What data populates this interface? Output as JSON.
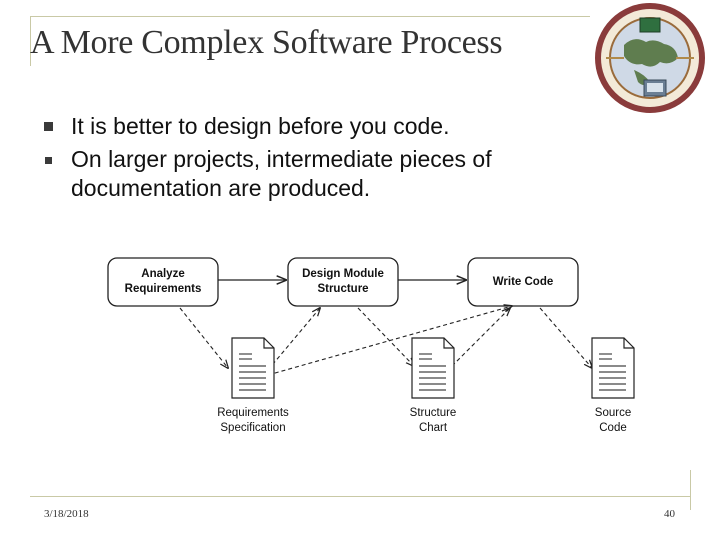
{
  "title": "A More Complex Software Process",
  "bullets": [
    {
      "text": "It is better to design before you code."
    },
    {
      "text": "On larger projects, intermediate pieces of documentation are produced."
    }
  ],
  "diagram": {
    "process_boxes": [
      {
        "line1": "Analyze",
        "line2": "Requirements"
      },
      {
        "line1": "Design Module",
        "line2": "Structure"
      },
      {
        "line1": "Write Code",
        "line2": ""
      }
    ],
    "documents": [
      {
        "line1": "Requirements",
        "line2": "Specification"
      },
      {
        "line1": "Structure",
        "line2": "Chart"
      },
      {
        "line1": "Source",
        "line2": "Code"
      }
    ]
  },
  "footer": {
    "date": "3/18/2018",
    "page": "40"
  },
  "colors": {
    "title_text": "#333333",
    "frame_line": "#c9c9a6",
    "bullet_marker": "#3a3a3a",
    "logo_ring": "#8a3b3b"
  }
}
